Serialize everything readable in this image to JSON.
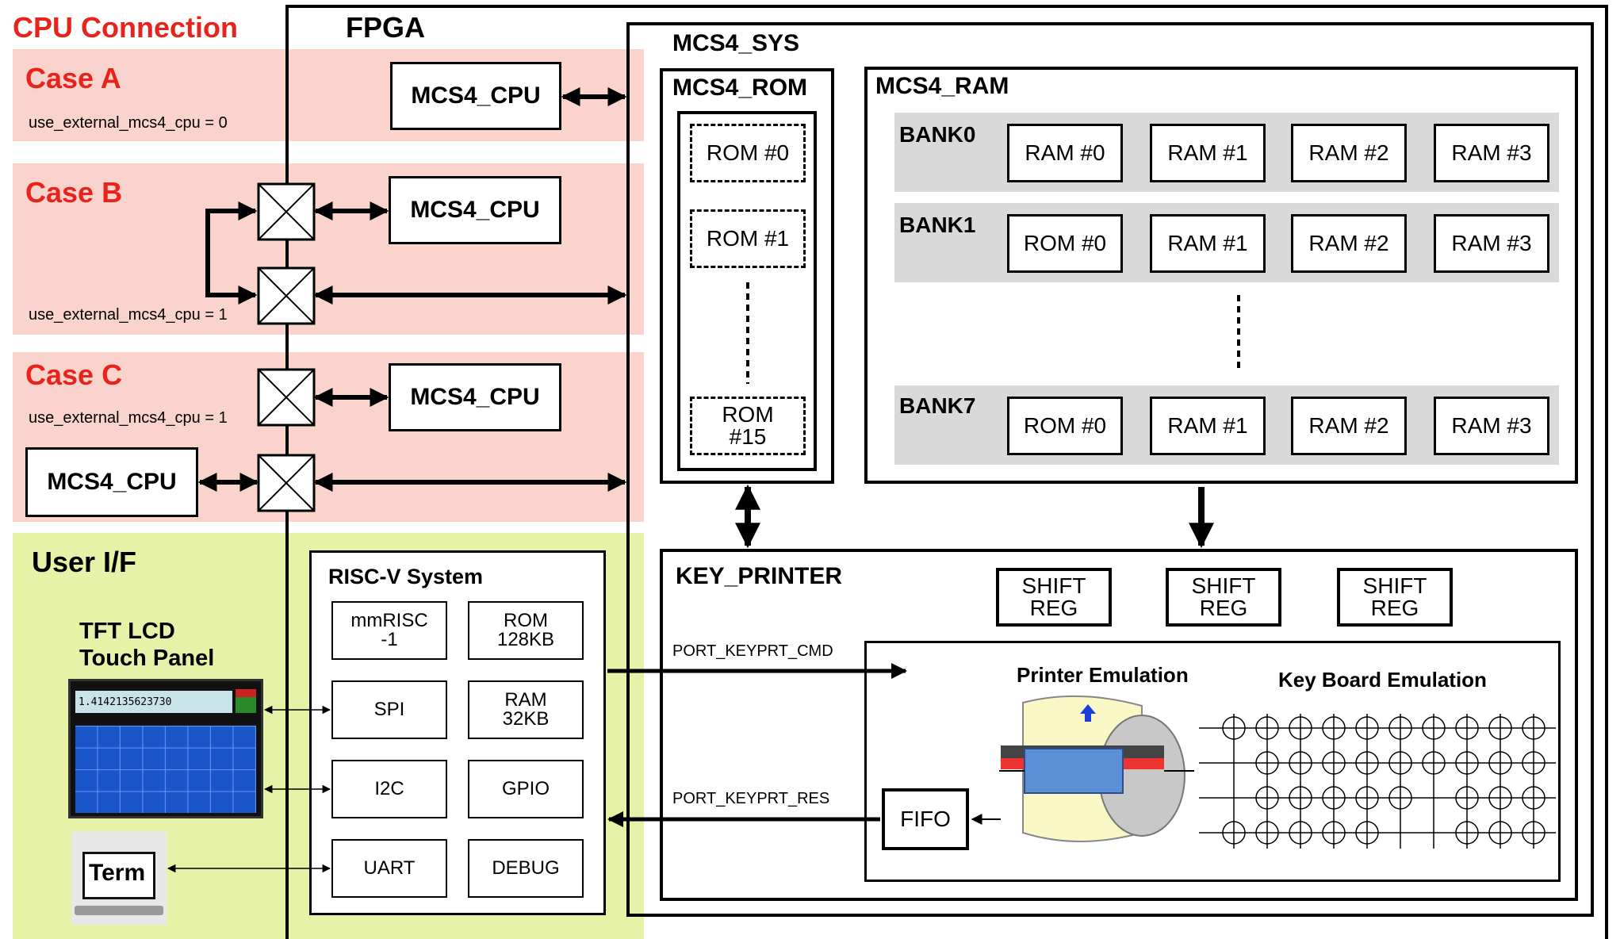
{
  "cpu_connection": {
    "title": "CPU Connection",
    "case_a": {
      "title": "Case A",
      "param": "use_external_mcs4_cpu = 0",
      "cpu_label": "MCS4_CPU"
    },
    "case_b": {
      "title": "Case B",
      "param": "use_external_mcs4_cpu = 1",
      "cpu_label": "MCS4_CPU"
    },
    "case_c": {
      "title": "Case C",
      "param": "use_external_mcs4_cpu = 1",
      "cpu_label": "MCS4_CPU",
      "external_cpu_label": "MCS4_CPU"
    }
  },
  "fpga": {
    "title": "FPGA"
  },
  "mcs4_sys": {
    "title": "MCS4_SYS",
    "rom": {
      "title": "MCS4_ROM",
      "items": [
        "ROM #0",
        "ROM #1",
        "ROM #15"
      ]
    },
    "ram": {
      "title": "MCS4_RAM",
      "banks": [
        {
          "label": "BANK0",
          "items": [
            "RAM #0",
            "RAM #1",
            "RAM #2",
            "RAM #3"
          ]
        },
        {
          "label": "BANK1",
          "items": [
            "ROM #0",
            "RAM #1",
            "RAM #2",
            "RAM #3"
          ]
        },
        {
          "label": "BANK7",
          "items": [
            "ROM #0",
            "RAM #1",
            "RAM #2",
            "RAM #3"
          ]
        }
      ]
    }
  },
  "key_printer": {
    "title": "KEY_PRINTER",
    "shift_regs": [
      "SHIFT REG",
      "SHIFT REG",
      "SHIFT REG"
    ],
    "port_cmd": "PORT_KEYPRT_CMD",
    "port_res": "PORT_KEYPRT_RES",
    "fifo": "FIFO",
    "printer_emulation": "Printer Emulation",
    "keyboard_emulation": "Key Board Emulation"
  },
  "user_if": {
    "title": "User I/F",
    "tft_label_1": "TFT LCD",
    "tft_label_2": "Touch Panel",
    "term_label": "Term",
    "lcd_readout": "1.4142135623730"
  },
  "riscv": {
    "title": "RISC-V System",
    "blocks": [
      [
        "mmRISC",
        "-1"
      ],
      [
        "ROM",
        "128KB"
      ],
      [
        "SPI"
      ],
      [
        "RAM",
        "32KB"
      ],
      [
        "I2C"
      ],
      [
        "GPIO"
      ],
      [
        "UART"
      ],
      [
        "DEBUG"
      ]
    ]
  },
  "colors": {
    "red_title": "#e8231c",
    "pink_band": "#f9d3cc",
    "green_band": "#e6f2a8",
    "bank_grey": "#d9d9d9",
    "lcd_blue": "#1a56c9"
  }
}
